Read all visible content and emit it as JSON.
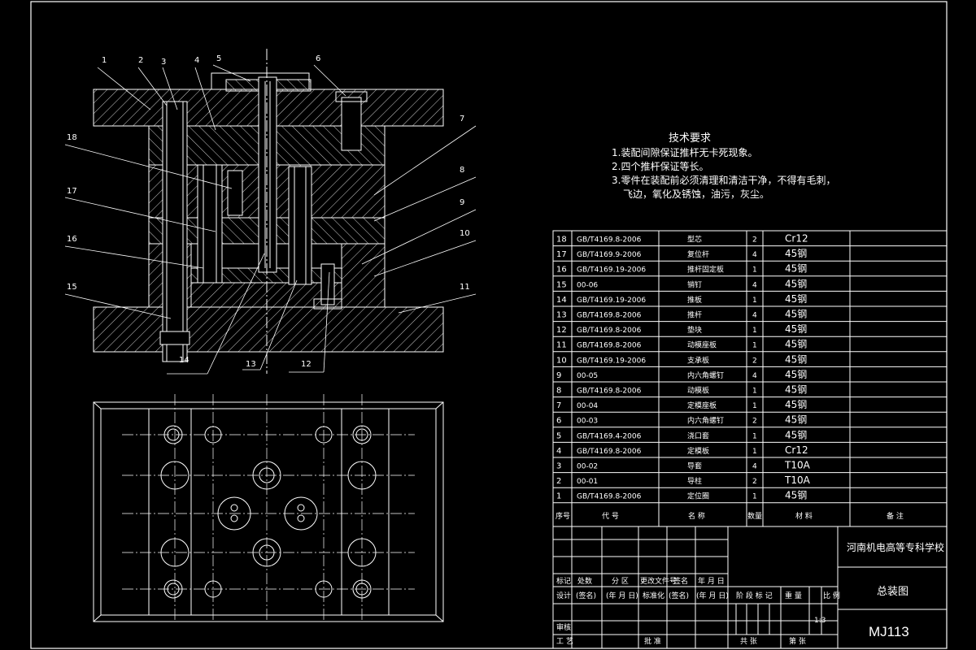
{
  "tech_requirements": {
    "title": "技术要求",
    "lines": [
      "1.装配间隙保证推杆无卡死现象。",
      "2.四个推杆保证等长。",
      "3.零件在装配前必须清理和清洁干净，不得有毛刺，",
      "飞边，氧化及锈蚀，油污，灰尘。"
    ]
  },
  "callouts": [
    "1",
    "2",
    "3",
    "4",
    "5",
    "6",
    "7",
    "8",
    "9",
    "10",
    "11",
    "12",
    "13",
    "14",
    "15",
    "16",
    "17",
    "18"
  ],
  "bom": {
    "rows": [
      {
        "no": "18",
        "code": "GB/T4169.8-2006",
        "name": "型芯",
        "qty": "2",
        "material": "Cr12"
      },
      {
        "no": "17",
        "code": "GB/T4169.9-2006",
        "name": "复位杆",
        "qty": "4",
        "material": "45钢"
      },
      {
        "no": "16",
        "code": "GB/T4169.19-2006",
        "name": "推杆固定板",
        "qty": "1",
        "material": "45钢"
      },
      {
        "no": "15",
        "code": "00-06",
        "name": "销钉",
        "qty": "4",
        "material": "45钢"
      },
      {
        "no": "14",
        "code": "GB/T4169.19-2006",
        "name": "推板",
        "qty": "1",
        "material": "45钢"
      },
      {
        "no": "13",
        "code": "GB/T4169.8-2006",
        "name": "推杆",
        "qty": "4",
        "material": "45钢"
      },
      {
        "no": "12",
        "code": "GB/T4169.8-2006",
        "name": "垫块",
        "qty": "1",
        "material": "45钢"
      },
      {
        "no": "11",
        "code": "GB/T4169.8-2006",
        "name": "动模座板",
        "qty": "1",
        "material": "45钢"
      },
      {
        "no": "10",
        "code": "GB/T4169.19-2006",
        "name": "支承板",
        "qty": "2",
        "material": "45钢"
      },
      {
        "no": "9",
        "code": "00-05",
        "name": "内六角螺钉",
        "qty": "4",
        "material": "45钢"
      },
      {
        "no": "8",
        "code": "GB/T4169.8-2006",
        "name": "动模板",
        "qty": "1",
        "material": "45钢"
      },
      {
        "no": "7",
        "code": "00-04",
        "name": "定模座板",
        "qty": "1",
        "material": "45钢"
      },
      {
        "no": "6",
        "code": "00-03",
        "name": "内六角螺钉",
        "qty": "2",
        "material": "45钢"
      },
      {
        "no": "5",
        "code": "GB/T4169.4-2006",
        "name": "浇口套",
        "qty": "1",
        "material": "45钢"
      },
      {
        "no": "4",
        "code": "GB/T4169.8-2006",
        "name": "定模板",
        "qty": "1",
        "material": "Cr12"
      },
      {
        "no": "3",
        "code": "00-02",
        "name": "导套",
        "qty": "4",
        "material": "T10A"
      },
      {
        "no": "2",
        "code": "00-01",
        "name": "导柱",
        "qty": "2",
        "material": "T10A"
      },
      {
        "no": "1",
        "code": "GB/T4169.8-2006",
        "name": "定位圈",
        "qty": "1",
        "material": "45钢"
      }
    ],
    "header": {
      "no": "序号",
      "code": "代 号",
      "name": "名 称",
      "qty": "数量",
      "material": "材 料",
      "note": "备 注"
    }
  },
  "title_block": {
    "school": "河南机电高等专科学校",
    "drawing_name": "总装图",
    "drawing_no": "MJ113",
    "scale": "1:3",
    "cells": {
      "mark": "标记",
      "count": "处数",
      "zone": "分 区",
      "change_doc": "更改文件号",
      "signature": "签名",
      "date": "年 月 日",
      "designer": "设计",
      "std": "标准化",
      "stage_mark": "阶 段 标 记",
      "weight": "重 量",
      "scale_lbl": "比 例",
      "review": "审核",
      "process": "工 艺",
      "approve": "批 准",
      "sheets_total": "共 张",
      "sheet_no": "第 张",
      "sig_date1": "(签名)",
      "sig_date2": "(年 月 日)"
    }
  },
  "colors": {
    "background": "#000000",
    "line": "#ffffff"
  }
}
